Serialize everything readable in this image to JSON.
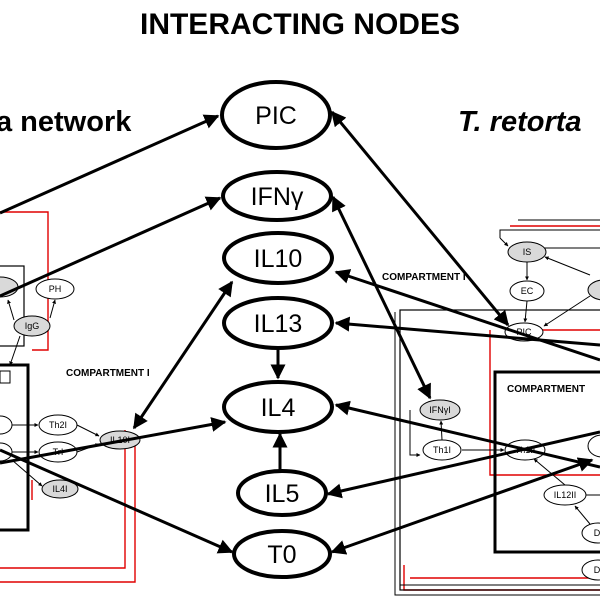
{
  "title": "INTERACTING NODES",
  "left_network_title": "a network",
  "right_network_title": "T. retorta",
  "central_nodes": {
    "pic": "PIC",
    "ifng": "IFNγ",
    "il10": "IL10",
    "il13": "IL13",
    "il4": "IL4",
    "il5": "IL5",
    "t0": "T0"
  },
  "left_network": {
    "compartment_label": "COMPARTMENT I",
    "nodes": {
      "ph": "PH",
      "igg": "IgG",
      "th2i": "Th2I",
      "tri": "TrI",
      "il10i": "IL10I",
      "il4i": "IL4I"
    }
  },
  "right_network": {
    "compartment_i_label": "COMPARTMENT I",
    "compartment_ii_label": "COMPARTMENT",
    "nodes": {
      "is": "IS",
      "ec": "EC",
      "pic": "PIC",
      "ifngi": "IFNγI",
      "th1i": "Th1I",
      "th1ii": "Th1II",
      "il12ii": "IL12II",
      "d1": "D",
      "d2": "D"
    }
  }
}
